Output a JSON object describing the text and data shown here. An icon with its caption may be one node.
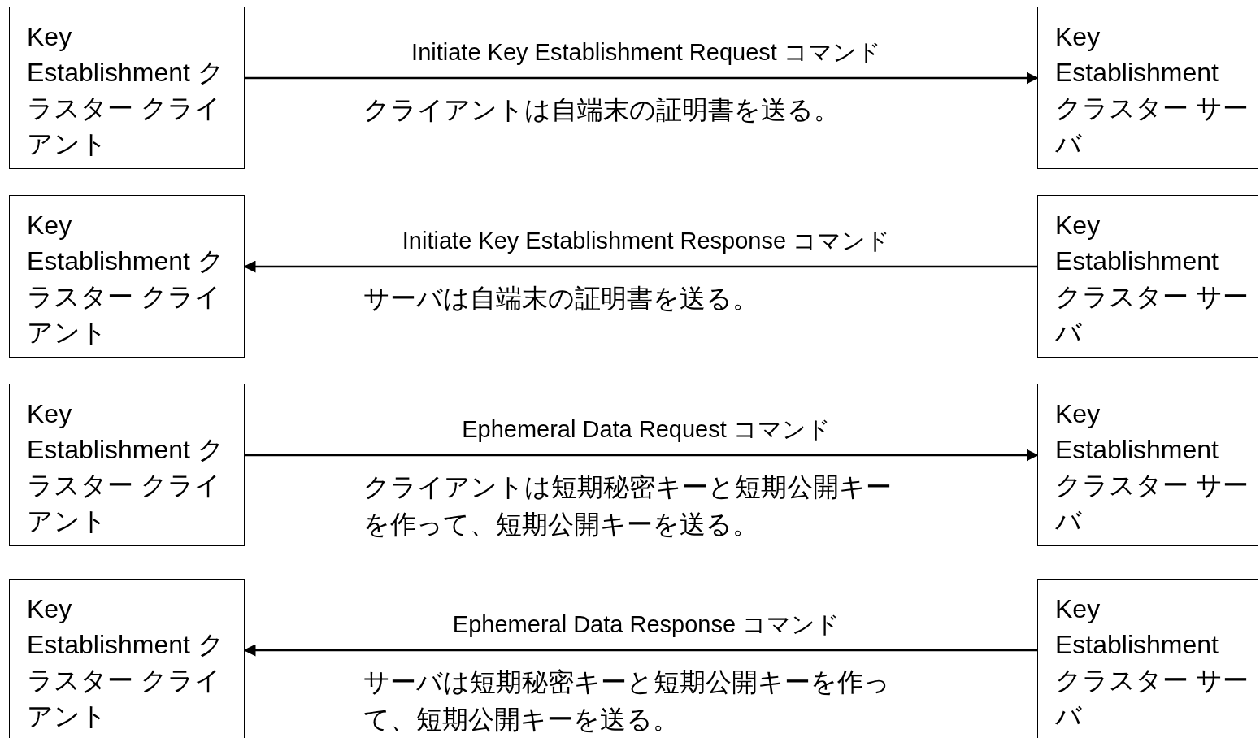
{
  "diagram": {
    "nodes": [
      {
        "text": [
          "Key Establishment クラスター クライアント"
        ]
      },
      {
        "text": [
          "Key Establishment クラスター サーバ"
        ]
      },
      {
        "text": [
          "Key Establishment クラスター クライアント"
        ]
      },
      {
        "text": [
          "Key Establishment クラスター サーバ"
        ]
      },
      {
        "text": [
          "Key Establishment クラスター クライアント"
        ]
      },
      {
        "text": [
          "Key Establishment クラスター サーバ"
        ]
      },
      {
        "text": [
          "Key Establishment クラスター クライアント"
        ]
      },
      {
        "text": [
          "Key Establishment クラスター サーバ"
        ]
      }
    ],
    "edges": [
      {
        "from": 0,
        "to": 1,
        "arrow": "to",
        "label": "Initiate Key Establishment Request コマンド"
      },
      {
        "from": 3,
        "to": 2,
        "arrow": "to",
        "label": "Initiate Key Establishment Response コマンド"
      },
      {
        "from": 4,
        "to": 5,
        "arrow": "to",
        "label": "Ephemeral Data Request コマンド"
      },
      {
        "from": 7,
        "to": 6,
        "arrow": "to",
        "label": "Ephemeral Data Response コマンド"
      }
    ],
    "labels": [
      "クライアントは自端末の証明書を送る。",
      "サーバは自端末の証明書を送る。",
      "クライアントは短期秘密キーと短期公開キーを作って、短期公開キーを送る。",
      "サーバは短期秘密キーと短期公開キーを作って、短期公開キーを送る。"
    ]
  }
}
